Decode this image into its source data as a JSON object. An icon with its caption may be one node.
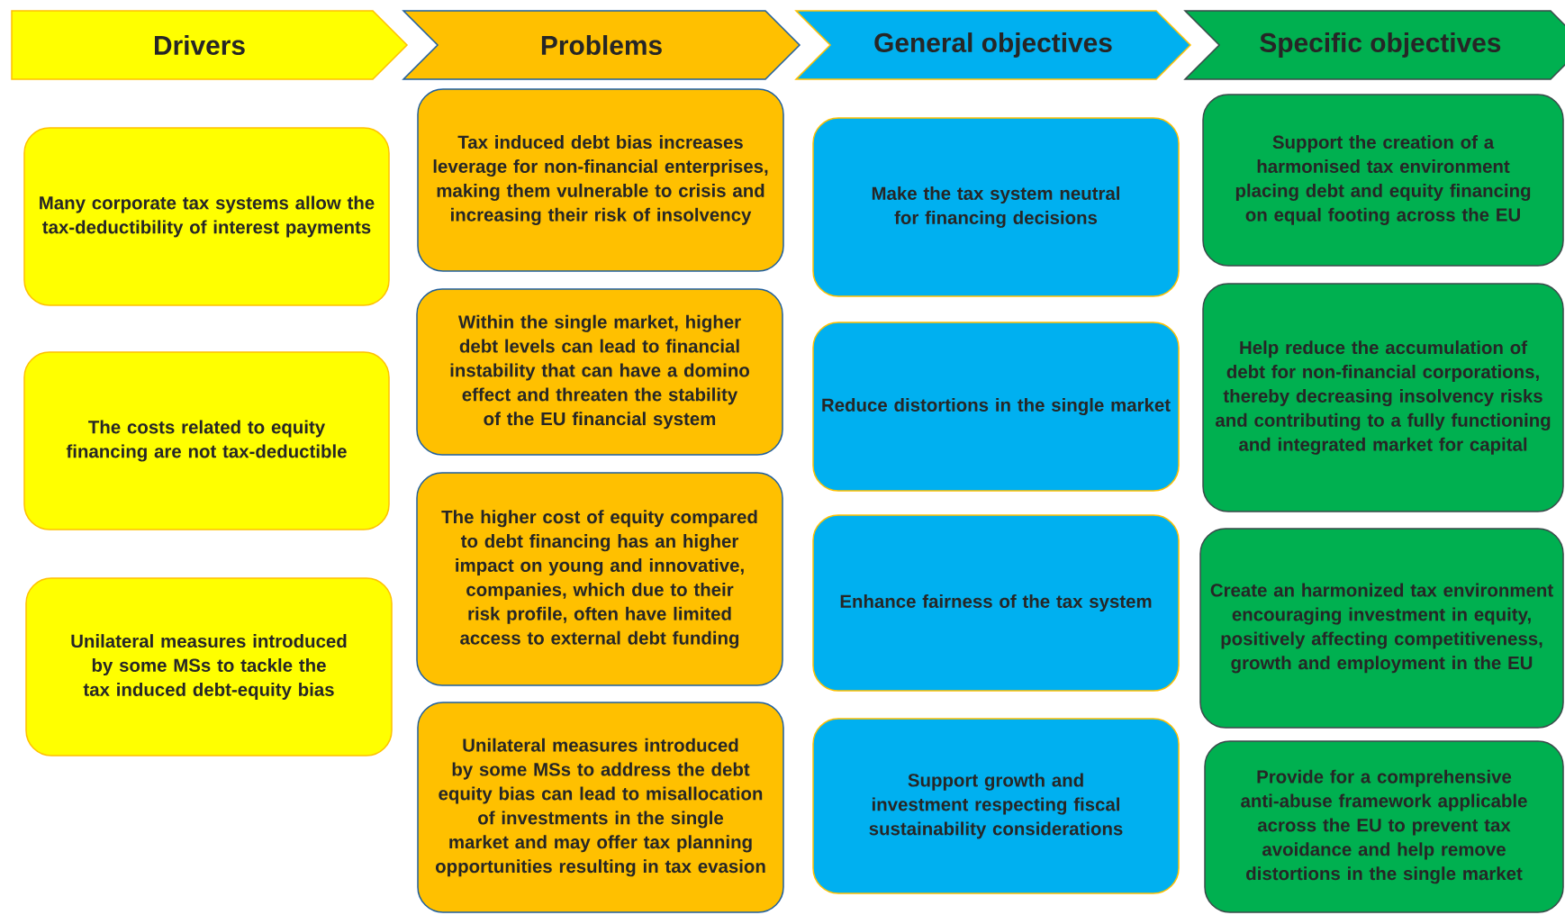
{
  "diagram": {
    "nodes": [
      {
        "text": [
          "Drivers"
        ]
      },
      {
        "text": [
          "Problems"
        ]
      },
      {
        "text": [
          "General objectives"
        ]
      },
      {
        "text": [
          "Specific objectives"
        ]
      },
      {
        "text": [
          "Many corporate tax systems allow the tax-deductibility of interest payments"
        ]
      },
      {
        "text": [
          "The costs related to equity financing are not tax-deductible"
        ]
      },
      {
        "text": [
          "Unilateral measures introduced by some MSs to tackle the tax induced debt-equity bias"
        ]
      },
      {
        "text": [
          "Tax induced debt bias increases leverage for non-financial enterprises, making them vulnerable to crisis and increasing their risk of insolvency"
        ]
      },
      {
        "text": [
          "Within the single market, higher debt levels can lead to financial instability that can have a domino effect and threaten the stability of the EU financial system"
        ]
      },
      {
        "text": [
          "The higher cost of equity compared to debt financing has an higher impact on young and innovative, companies, which due to their risk profile, often have limited access to external debt funding"
        ]
      },
      {
        "text": [
          "Unilateral measures introduced by some MSs to address the debt equity bias can lead to misallocation of investments in the single market and may offer tax planning opportunities resulting in tax evasion"
        ]
      },
      {
        "text": [
          "Make the tax system neutral for financing decisions"
        ]
      },
      {
        "text": [
          "Reduce distortions in the single market"
        ]
      },
      {
        "text": [
          "Enhance fairness of the tax system"
        ]
      },
      {
        "text": [
          "Support growth and investment respecting fiscal sustainability considerations"
        ]
      },
      {
        "text": [
          "Support the creation of a harmonised tax environment placing debt and equity financing on equal footing across the EU"
        ]
      },
      {
        "text": [
          "Help reduce the accumulation of debt for non-financial corporations, thereby decreasing insolvency risks and contributing to a fully functioning and integrated market for capital"
        ]
      },
      {
        "text": [
          "Create an harmonized tax environment encouraging investment in equity, positively affecting competitiveness, growth and employment in the EU"
        ]
      },
      {
        "text": [
          "Provide for a comprehensive  anti-abuse framework applicable across the EU to prevent tax avoidance and help remove distortions in the single market"
        ]
      }
    ]
  }
}
